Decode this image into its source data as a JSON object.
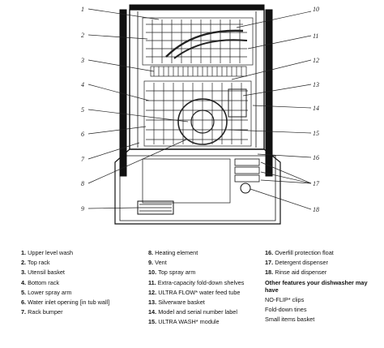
{
  "callouts": [
    "1",
    "2",
    "3",
    "4",
    "5",
    "6",
    "7",
    "8",
    "9",
    "10",
    "11",
    "12",
    "13",
    "14",
    "15",
    "16",
    "17",
    "18"
  ],
  "legend": {
    "col1": [
      {
        "num": "1.",
        "text": "Upper level wash"
      },
      {
        "num": "2.",
        "text": "Top rack"
      },
      {
        "num": "3.",
        "text": "Utensil basket"
      },
      {
        "num": "4.",
        "text": "Bottom rack"
      },
      {
        "num": "5.",
        "text": "Lower spray arm"
      },
      {
        "num": "6.",
        "text": "Water inlet opening [in tub wall]"
      },
      {
        "num": "7.",
        "text": "Rack bumper"
      }
    ],
    "col2": [
      {
        "num": "8.",
        "text": "Heating element"
      },
      {
        "num": "9.",
        "text": "Vent"
      },
      {
        "num": "10.",
        "text": "Top spray arm"
      },
      {
        "num": "11.",
        "text": "Extra-capacity fold-down shelves"
      },
      {
        "num": "12.",
        "text": "ULTRA FLOW* water feed tube"
      },
      {
        "num": "13.",
        "text": "Silverware basket"
      },
      {
        "num": "14.",
        "text": "Model and serial number label"
      },
      {
        "num": "15.",
        "text": "ULTRA WASH* module"
      }
    ],
    "col3": [
      {
        "num": "16.",
        "text": "Overfill protection float"
      },
      {
        "num": "17.",
        "text": "Detergent dispenser"
      },
      {
        "num": "18.",
        "text": "Rinse aid dispenser"
      }
    ],
    "other_heading": "Other features your dishwasher may have",
    "other": [
      "NO-FLIP* clips",
      "Fold-down tines",
      "Small items basket"
    ]
  }
}
